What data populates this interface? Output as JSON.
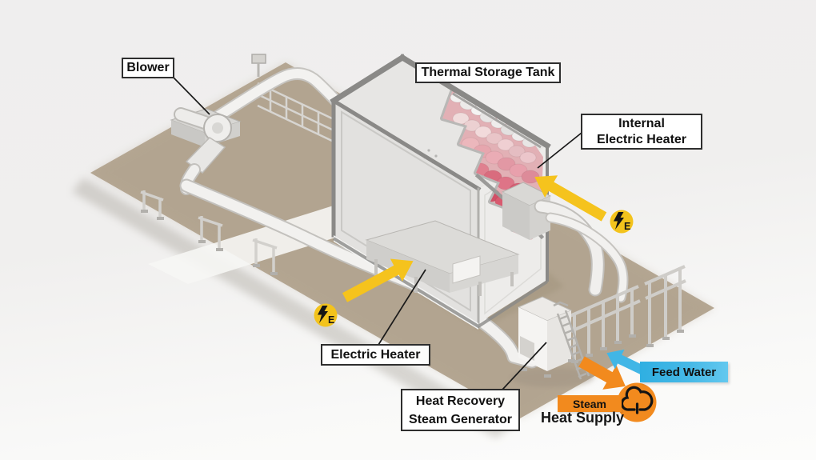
{
  "diagram": {
    "callouts": {
      "blower": "Blower",
      "thermal_storage_tank": "Thermal Storage Tank",
      "internal_electric_heater": [
        "Internal",
        "Electric Heater"
      ],
      "electric_heater": "Electric Heater",
      "heat_recovery_steam_generator": [
        "Heat Recovery",
        "Steam Generator"
      ]
    },
    "flows": {
      "feed_water": "Feed Water",
      "steam": "Steam",
      "heat_supply": "Heat Supply",
      "electricity_symbol": "E"
    },
    "colors": {
      "electricity_yellow": "#f3c31c",
      "arrow_yellow": "#f5c31d",
      "steam_orange": "#f28a1e",
      "feed_water_blue": "#41b6e6",
      "hot_storage_red": "#d64456",
      "cold_storage_white": "#f2f1f0",
      "ground_tan": "#b6a894",
      "tank_frame_gray": "#8a8987",
      "label_border": "#2e2e2e",
      "label_background": "#ffffff"
    }
  }
}
